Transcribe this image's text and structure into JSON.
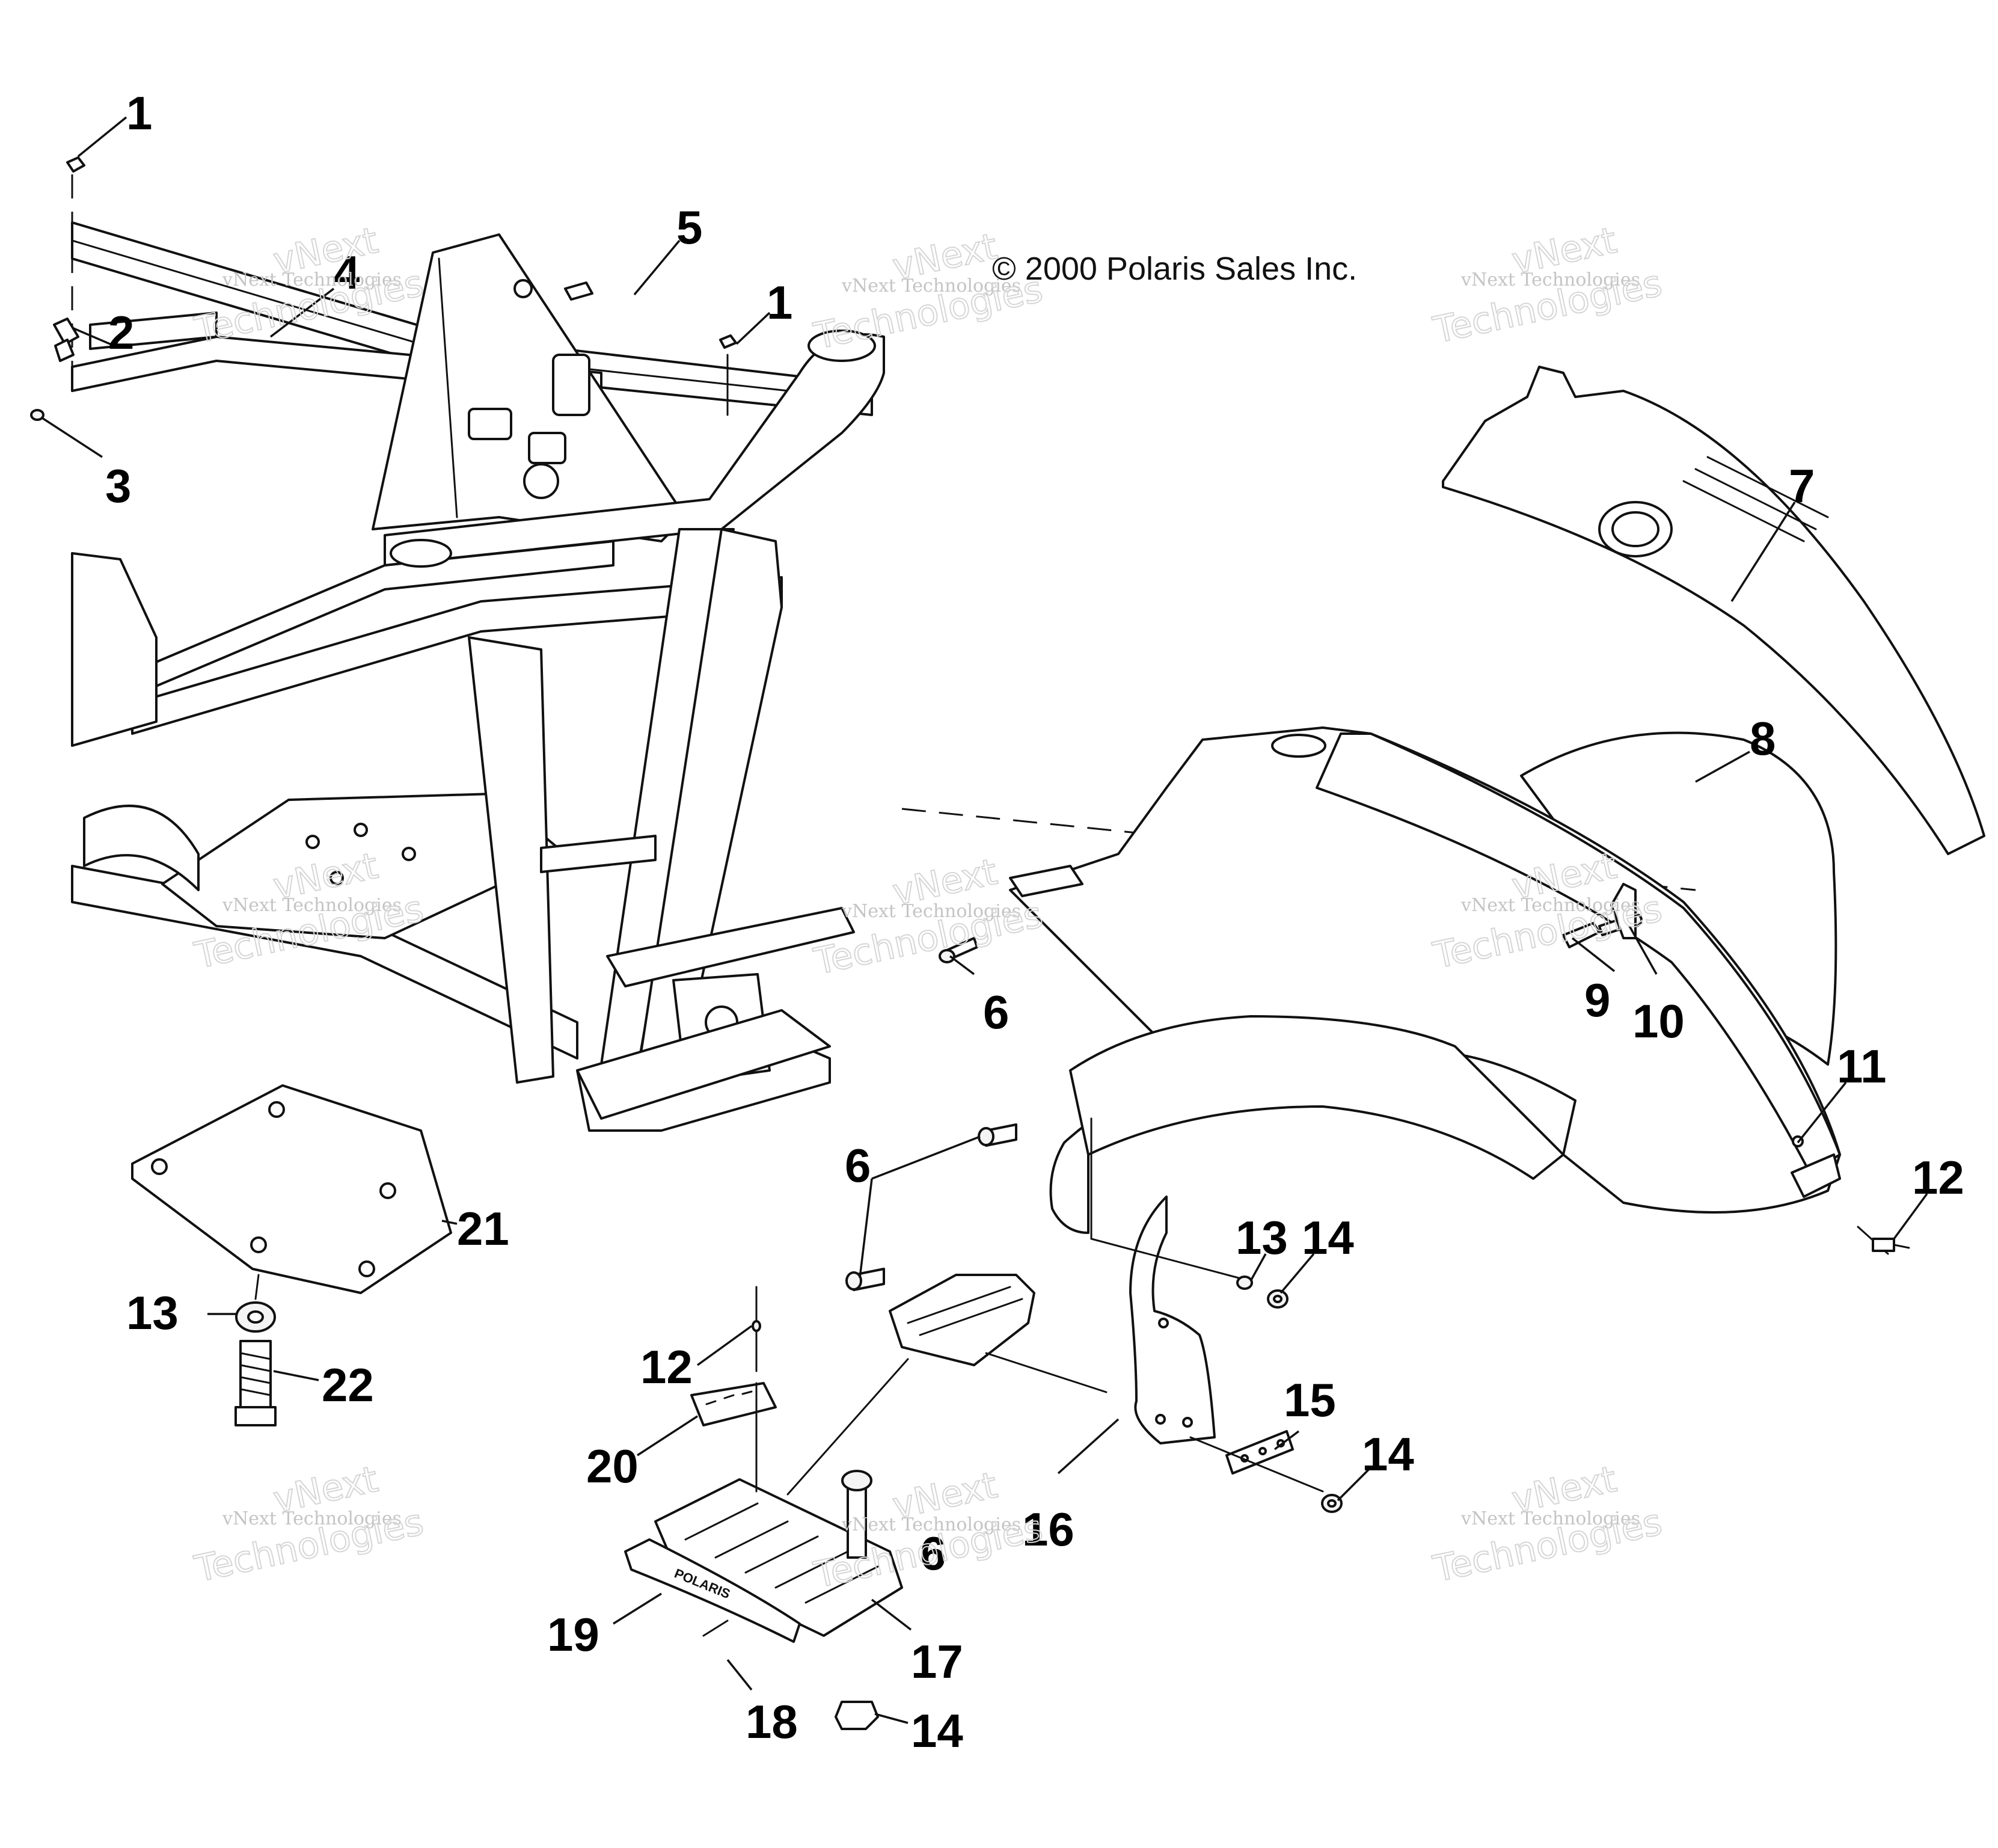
{
  "copyright": "© 2000 Polaris Sales Inc.",
  "watermark": {
    "line1": "vNext Technologies",
    "line2": "vNext",
    "line3": "Technologies"
  },
  "callouts": {
    "c1a": "1",
    "c1b": "1",
    "c2": "2",
    "c3": "3",
    "c4": "4",
    "c5": "5",
    "c6a": "6",
    "c6b": "6",
    "c6c": "6",
    "c7": "7",
    "c8": "8",
    "c9": "9",
    "c10": "10",
    "c11": "11",
    "c12a": "12",
    "c12b": "12",
    "c13a": "13",
    "c13b": "13",
    "c14a": "14",
    "c14b": "14",
    "c14c": "14",
    "c15": "15",
    "c16": "16",
    "c17": "17",
    "c18": "18",
    "c19": "19",
    "c20": "20",
    "c21": "21",
    "c22": "22"
  },
  "footrest_brand": "POLARIS"
}
